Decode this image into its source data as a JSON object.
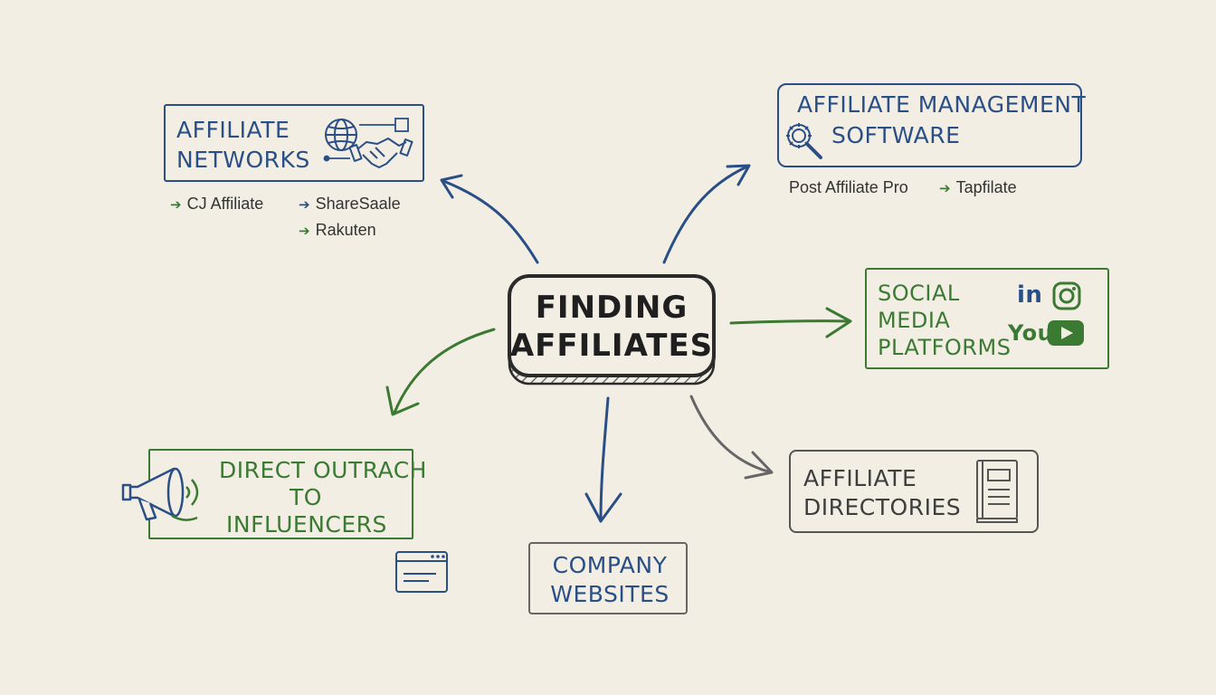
{
  "center": {
    "line1": "FINDING",
    "line2": "AFFILIATES"
  },
  "nodes": {
    "affiliate_networks": {
      "line1": "AFFILIATE",
      "line2": "NETWORKS",
      "examples": [
        "CJ Affiliate",
        "ShareSaale",
        "Rakuten"
      ]
    },
    "affiliate_management_software": {
      "line1": "AFFILIATE MANAGEMENT",
      "line2": "SOFTWARE",
      "examples": [
        "Post Affiliate Pro",
        "Tapfilate"
      ]
    },
    "social_media_platforms": {
      "line1": "SOCIAL",
      "line2": "MEDIA",
      "line3": "PLATFORMS",
      "linkedin_text": "in",
      "youtube_text": "You"
    },
    "affiliate_directories": {
      "line1": "AFFILIATE",
      "line2": "DIRECTORIES"
    },
    "company_websites": {
      "line1": "COMPANY",
      "line2": "WEBSITES"
    },
    "direct_outreach": {
      "line1": "DIRECT OUTRACH",
      "line2": "TO",
      "line3": "INFLUENCERS"
    }
  },
  "colors": {
    "background": "#f2eee4",
    "blue": "#2a4f86",
    "green": "#3b7a32",
    "gray": "#555555",
    "dark": "#2b2b2b"
  },
  "icons": {
    "networks": [
      "globe-icon",
      "handshake-icon"
    ],
    "software": "gear-magnifier-icon",
    "social": [
      "linkedin-icon",
      "instagram-icon",
      "youtube-icon"
    ],
    "directories": "book-icon",
    "outreach": "megaphone-icon",
    "websites": "browser-window-icon"
  }
}
